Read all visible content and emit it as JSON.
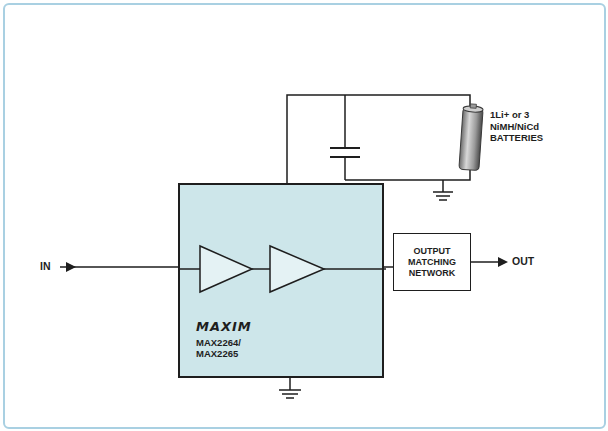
{
  "diagram": {
    "nodes": [
      {
        "text": [
          "MAXIM",
          "MAX2264/ MAX2265"
        ]
      },
      {
        "text": [
          "OUTPUT MATCHING NETWORK"
        ]
      }
    ],
    "edges": [
      {
        "from": 0,
        "to": 1,
        "arrow": "none"
      }
    ],
    "labels": [
      "IN",
      "OUT",
      "1Li+ or 3 NiMH/NiCd BATTERIES"
    ]
  }
}
